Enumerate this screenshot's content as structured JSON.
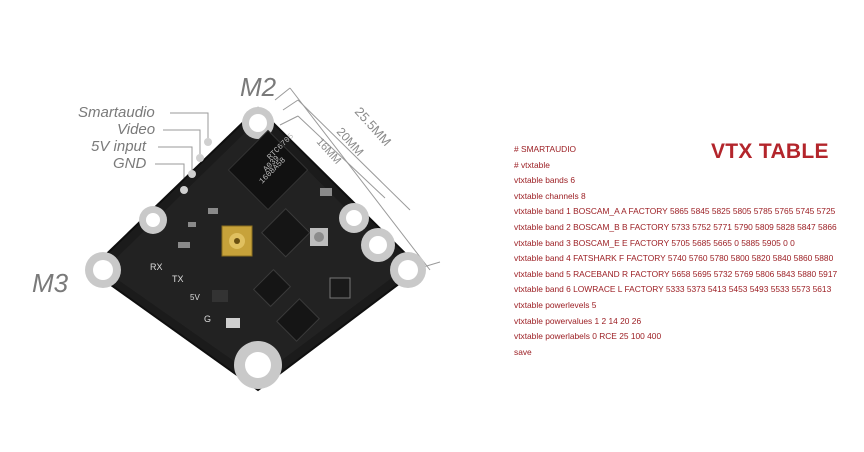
{
  "board_labels": {
    "m2": "M2",
    "m3": "M3",
    "smartaudio": "Smartaudio",
    "video": "Video",
    "input_5v": "5V input",
    "gnd": "GND"
  },
  "dimensions": {
    "d1": "25.5MM",
    "d2": "20MM",
    "d3": "16MM"
  },
  "chip_text": {
    "line1": "RTC6705",
    "line2": "A039",
    "line3": "1608A58"
  },
  "silkscreen": {
    "rx": "RX",
    "tx": "TX",
    "v5": "5V",
    "g": "G"
  },
  "vtx": {
    "title": "VTX TABLE",
    "lines": [
      "# SMARTAUDIO",
      "# vtxtable",
      "vtxtable bands 6",
      "vtxtable channels 8",
      "vtxtable band 1 BOSCAM_A A FACTORY 5865 5845 5825 5805 5785 5765 5745 5725",
      "vtxtable band 2 BOSCAM_B B FACTORY 5733 5752 5771 5790 5809 5828 5847 5866",
      "vtxtable band 3 BOSCAM_E E FACTORY 5705 5685 5665 0 5885 5905 0 0",
      "vtxtable band 4 FATSHARK F FACTORY 5740 5760 5780 5800 5820 5840 5860 5880",
      "vtxtable band 5 RACEBAND R FACTORY 5658 5695 5732 5769 5806 5843 5880 5917",
      "vtxtable band 6 LOWRACE  L FACTORY 5333 5373 5413 5453 5493 5533 5573 5613",
      "vtxtable powerlevels 5",
      "vtxtable powervalues 1 2 14 20 26",
      "vtxtable powerlabels 0 RCE 25 100 400",
      "save"
    ]
  },
  "colors": {
    "title_red": "#b3252b",
    "text_red": "#9c1f24",
    "board": "#1a1a1a",
    "label_gray": "#7a7a7a"
  }
}
